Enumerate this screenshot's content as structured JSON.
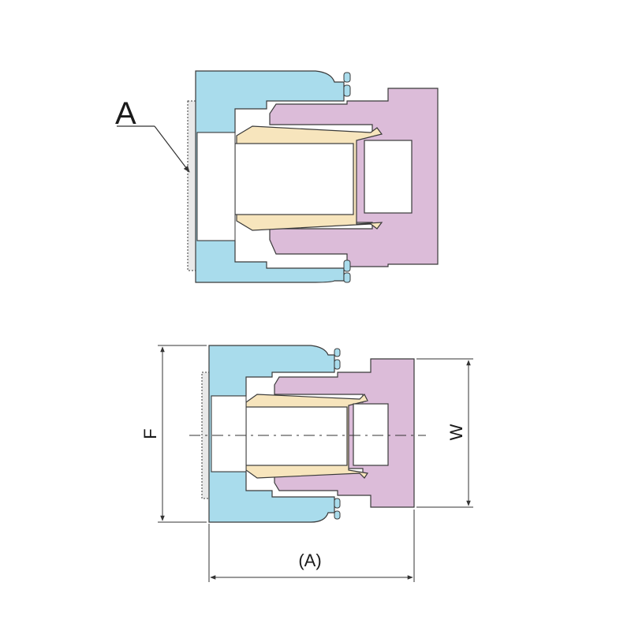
{
  "colors": {
    "nut": "#a9dcec",
    "body": "#dcbcd9",
    "sleeve": "#f7e5bd",
    "bore": "#ffffff",
    "outline": "#3a3a3a",
    "dim": "#333333"
  },
  "top_view": {
    "callout": "A"
  },
  "bottom_view": {
    "dim_height_left": "F",
    "dim_height_right": "W",
    "dim_length": "(A)"
  }
}
